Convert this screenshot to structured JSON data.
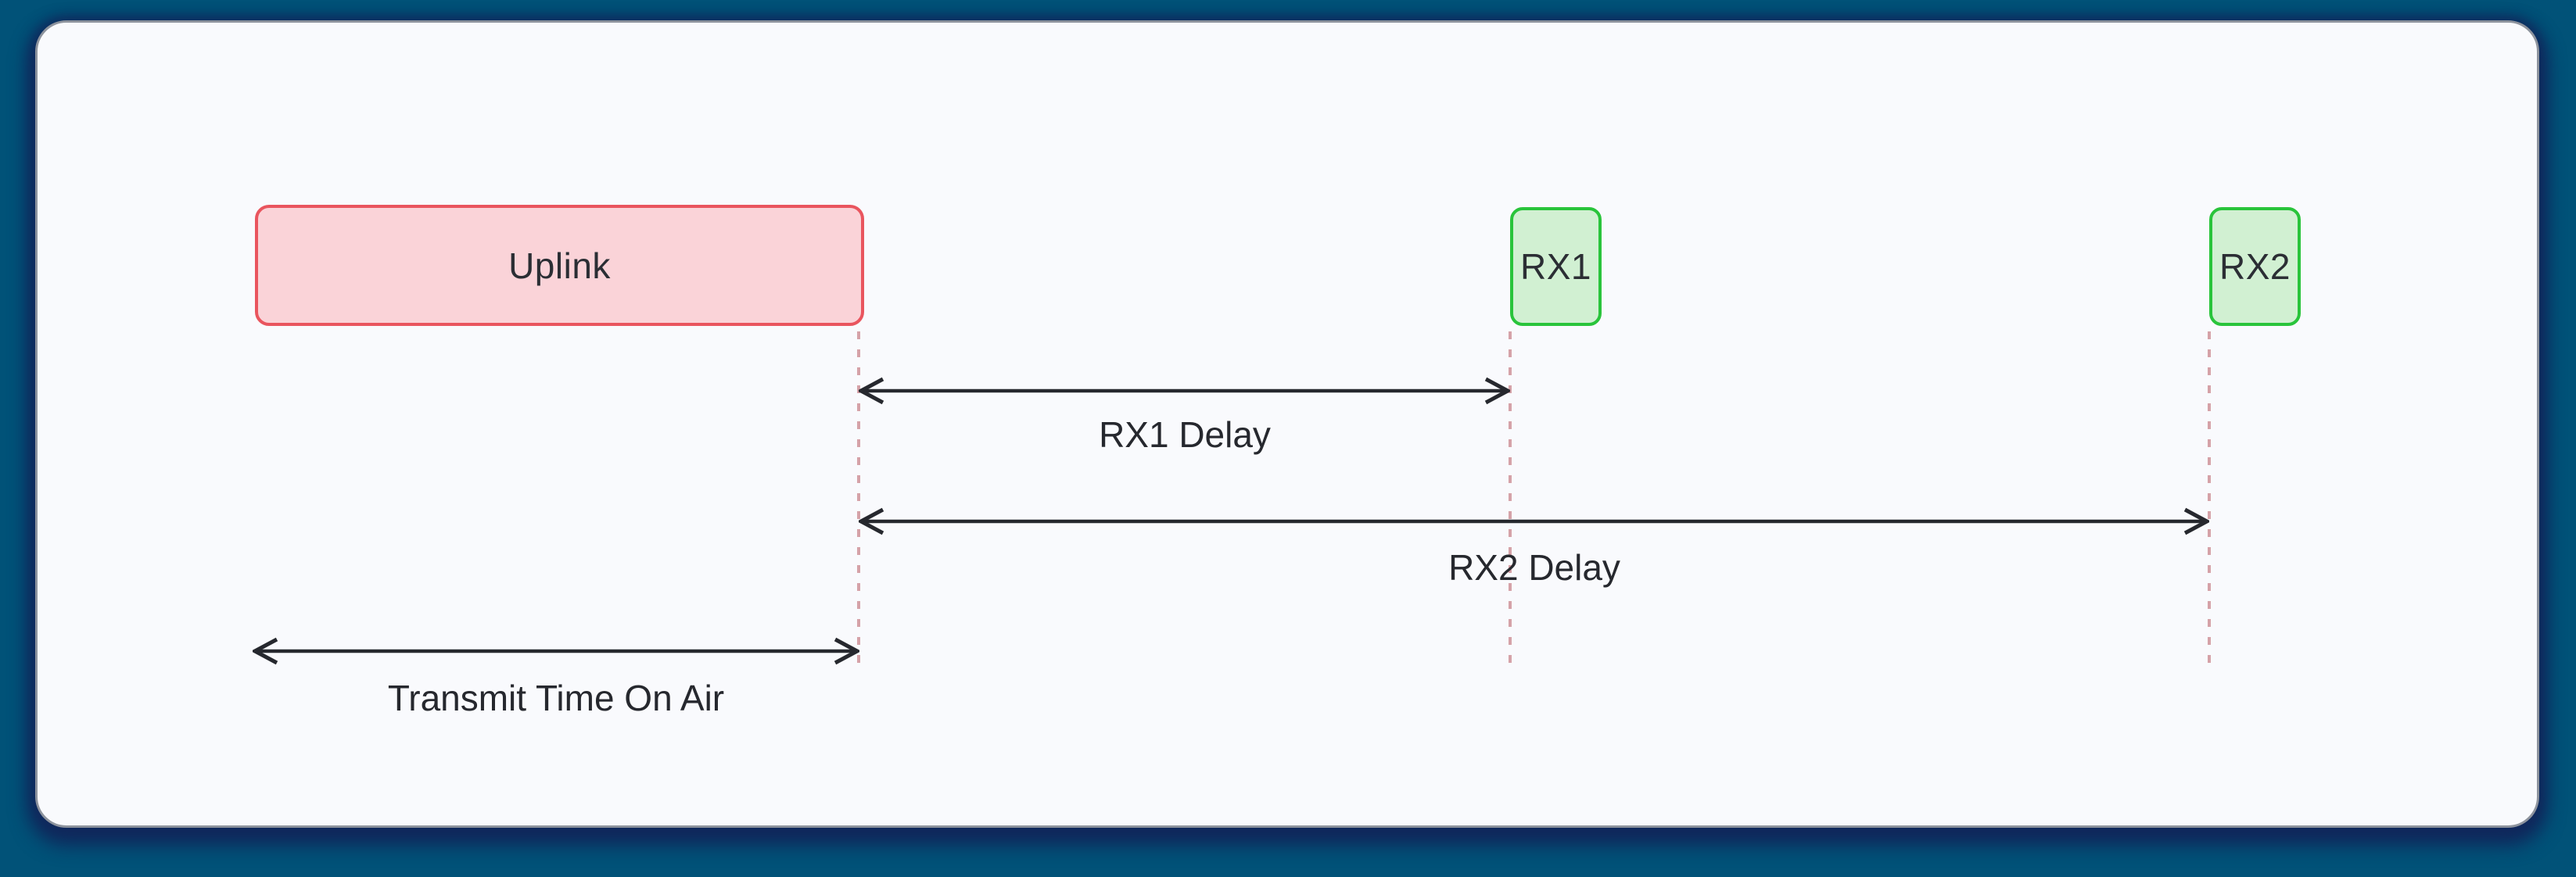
{
  "canvas": {
    "background_color": "#015278",
    "shadow_color": "#10285C",
    "panel_background": "#F9FAFD",
    "panel_border_color": "#8D939D"
  },
  "nodes": {
    "uplink": {
      "label": "Uplink",
      "fill": "#FAD3D8",
      "border": "#E9555E"
    },
    "rx1": {
      "label": "RX1",
      "fill": "#D1F0D2",
      "border": "#29C43B"
    },
    "rx2": {
      "label": "RX2",
      "fill": "#D1F0D2",
      "border": "#29C43B"
    }
  },
  "annotations": {
    "rx1_delay": {
      "label": "RX1 Delay"
    },
    "rx2_delay": {
      "label": "RX2 Delay"
    },
    "transmit_time_on_air": {
      "label": "Transmit Time On Air"
    }
  },
  "style": {
    "arrow_color": "#26282E",
    "dashed_line_color": "#D5A2A8",
    "text_color": "#2B2E34"
  }
}
